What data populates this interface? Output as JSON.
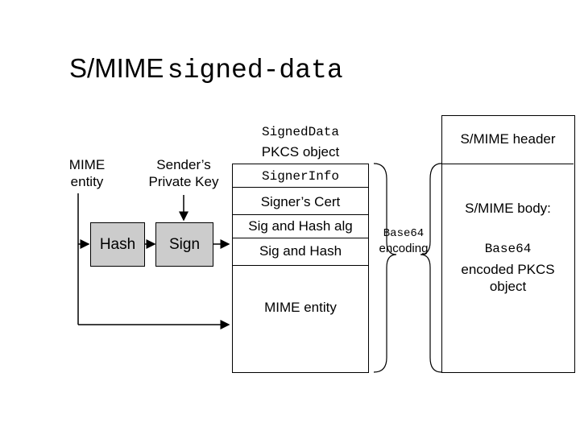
{
  "title": {
    "part1": "S/MIME",
    "part2": "signed-data"
  },
  "left": {
    "mime_entity_label": "MIME\nentity",
    "sender_key_label": "Sender’s\nPrivate Key",
    "hash_box": "Hash",
    "sign_box": "Sign"
  },
  "pkcs": {
    "header_mono": "SignedData",
    "header_sans": "PKCS object",
    "signer_info": "SignerInfo",
    "signers_cert": "Signer’s Cert",
    "sig_hash_alg": "Sig and Hash alg",
    "sig_and_hash": "Sig and Hash",
    "mime_entity": "MIME entity"
  },
  "encoding": {
    "mono": "Base64",
    "sans": "encoding"
  },
  "smime": {
    "header": "S/MIME header",
    "body_label": "S/MIME body:",
    "body_mono": "Base64",
    "body_text": "encoded PKCS\nobject"
  }
}
